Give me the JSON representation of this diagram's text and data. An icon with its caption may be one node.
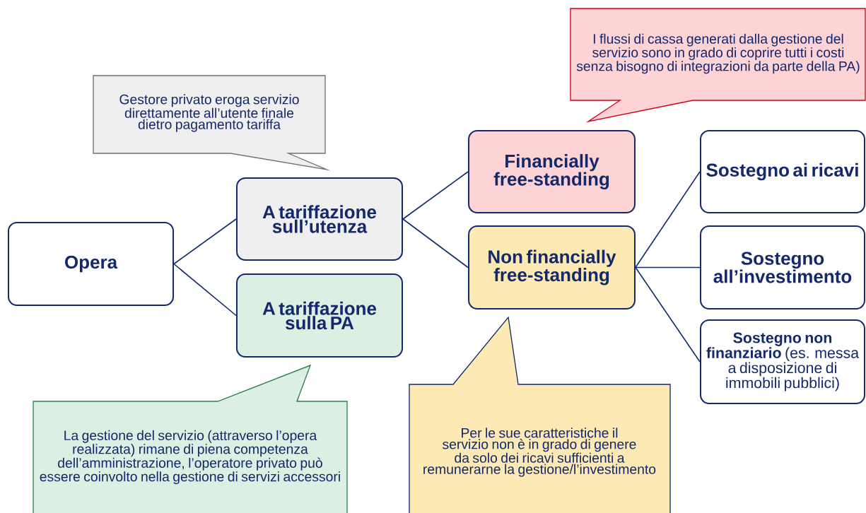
{
  "diagram": {
    "nodes": [
      {
        "text": [
          "I flussi di cassa generati dalla gestione del servizio sono in grado di coprire tutti i costi senza bisogno di integrazioni da parte della PA)"
        ]
      },
      {
        "text": [
          "Gestore privato eroga servizio direttamente all’utente finale dietro pagamento tariffa"
        ]
      },
      {
        "text": [
          "Opera"
        ]
      },
      {
        "text": [
          "A tariffazione sull’utenza"
        ]
      },
      {
        "text": [
          "A tariffazione sulla PA"
        ]
      },
      {
        "text": [
          "Financially free-standing"
        ]
      },
      {
        "text": [
          "Non financially free-standing"
        ]
      },
      {
        "text": [
          "Sostegno ai ricavi"
        ]
      },
      {
        "text": [
          "Sostegno all’investimento"
        ]
      },
      {
        "text": [
          "**Sostegno non finanziario** (es. messa a disposizione di immobili pubblici)"
        ]
      },
      {
        "text": [
          "La gestione del servizio (attraverso l’opera realizzata) rimane di piena competenza dell’amministrazione, l’operatore privato può essere coinvolto nella gestione di servizi accessori"
        ]
      },
      {
        "text": [
          "Per le sue caratteristiche il servizio non è in grado di genere da solo dei ricavi sufficienti a remunerarne la gestione/l’investimento"
        ]
      }
    ],
    "edges": [
      {
        "from": 2,
        "to": 3,
        "arrow": "none"
      },
      {
        "from": 2,
        "to": 4,
        "arrow": "none"
      },
      {
        "from": 3,
        "to": 5,
        "arrow": "none"
      },
      {
        "from": 3,
        "to": 6,
        "arrow": "none"
      },
      {
        "from": 6,
        "to": 7,
        "arrow": "none"
      },
      {
        "from": 6,
        "to": 8,
        "arrow": "none"
      },
      {
        "from": 6,
        "to": 9,
        "arrow": "none"
      }
    ]
  }
}
